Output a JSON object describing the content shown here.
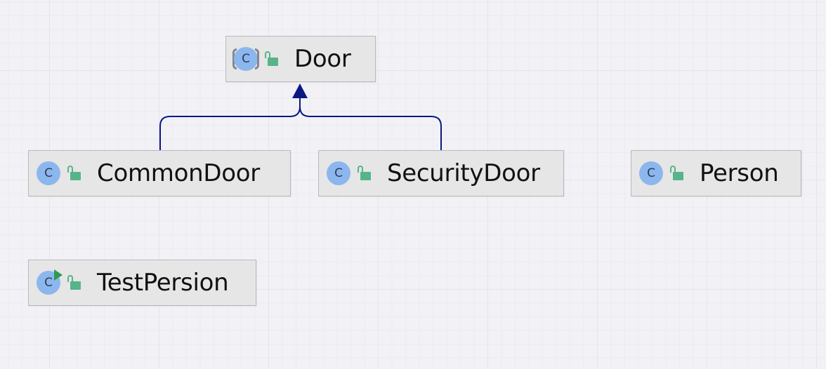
{
  "diagram": {
    "nodes": {
      "door": {
        "label": "Door",
        "kind": "abstract-class",
        "icon": "abstract-class-icon",
        "visibility_icon": "public-lock-icon"
      },
      "common_door": {
        "label": "CommonDoor",
        "kind": "class",
        "icon": "class-icon",
        "visibility_icon": "public-lock-icon"
      },
      "security_door": {
        "label": "SecurityDoor",
        "kind": "class",
        "icon": "class-icon",
        "visibility_icon": "public-lock-icon"
      },
      "person": {
        "label": "Person",
        "kind": "class",
        "icon": "class-icon",
        "visibility_icon": "public-lock-icon"
      },
      "test_persion": {
        "label": "TestPersion",
        "kind": "runnable-class",
        "icon": "runnable-class-icon",
        "visibility_icon": "public-lock-icon"
      }
    },
    "class_icon_letter": "C",
    "edges": [
      {
        "from": "CommonDoor",
        "to": "Door",
        "type": "inheritance"
      },
      {
        "from": "SecurityDoor",
        "to": "Door",
        "type": "inheritance"
      }
    ],
    "colors": {
      "background": "#f2f2f6",
      "node_fill": "#e6e6e6",
      "node_border": "#b9b9bf",
      "edge": "#0b1883",
      "class_icon": "#8cb6ee",
      "lock_icon": "#57b48a",
      "run_marker": "#2c9b4f"
    }
  }
}
